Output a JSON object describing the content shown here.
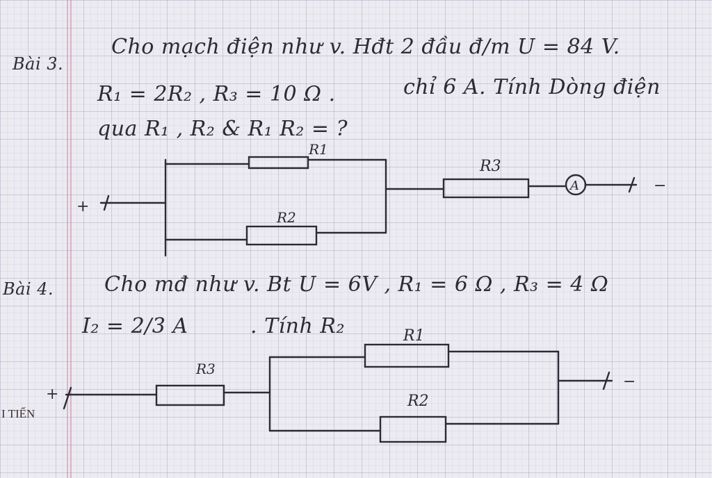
{
  "problem3": {
    "label": "Bài 3.",
    "line1": "Cho mạch điện như v. Hđt 2 đầu đ/m U = 84 V.",
    "line2_r": "R₁ = 2R₂ , R₃ = 10 Ω .",
    "ammeter_note": "chỉ 6 A. Tính Dòng điện",
    "line3": "qua R₁ , R₂ & R₁ R₂ = ?",
    "r1": "R1",
    "r2": "R2",
    "r3": "R3",
    "ammeter": "A",
    "plus": "+",
    "minus": "−"
  },
  "problem4": {
    "label": "Bài 4.",
    "line1": "Cho mđ như v. Bt U = 6V , R₁ = 6 Ω , R₃ = 4 Ω",
    "i2": "I₂ = 2/3 A",
    "ask": ". Tính R₂",
    "r1": "R1",
    "r2": "R2",
    "r3": "R3",
    "plus": "+",
    "minus": "−"
  },
  "margin_text": "I TIẾN"
}
